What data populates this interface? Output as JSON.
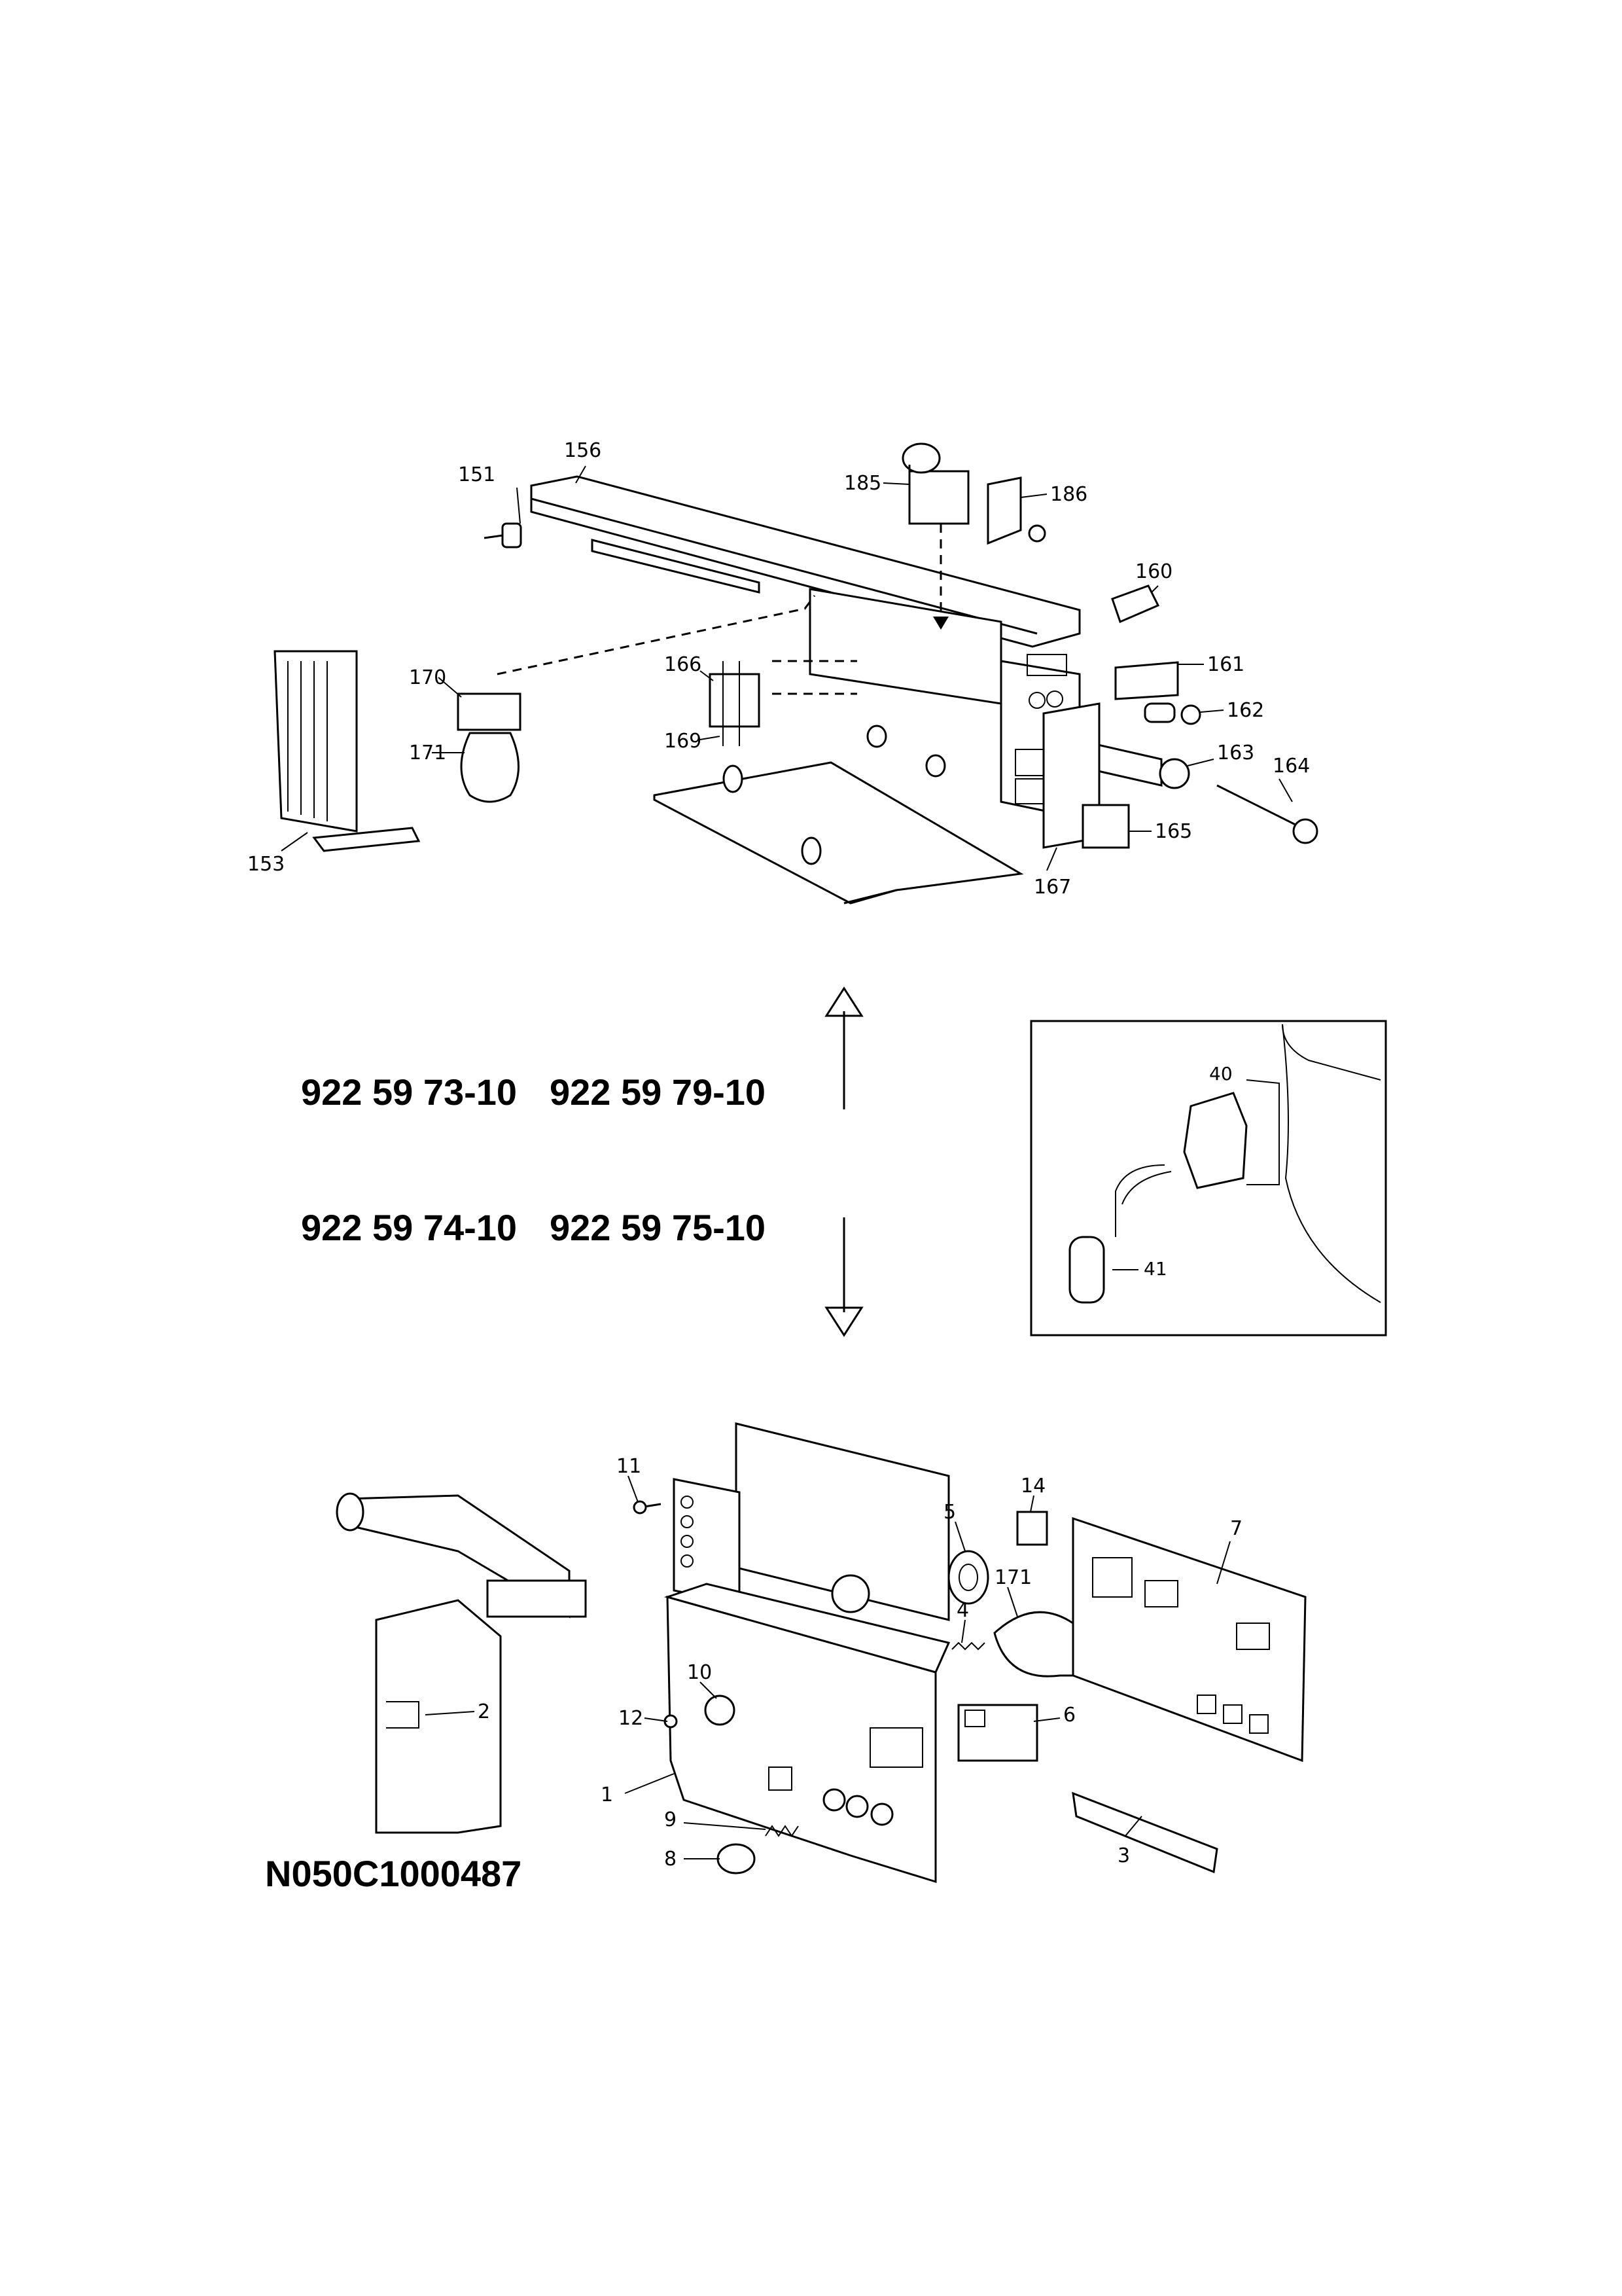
{
  "model_numbers": {
    "row1_left": "922 59 73-10",
    "row1_right": "922 59 79-10",
    "row2_left": "922 59 74-10",
    "row2_right": "922 59 75-10"
  },
  "document_code": "N050C1000487",
  "top_assembly": {
    "callouts": [
      "156",
      "151",
      "185",
      "186",
      "160",
      "170",
      "166",
      "161",
      "162",
      "169",
      "171",
      "163",
      "164",
      "165",
      "153",
      "167"
    ]
  },
  "inset": {
    "callouts": [
      "40",
      "41"
    ]
  },
  "bottom_assembly": {
    "callouts": [
      "11",
      "14",
      "5",
      "7",
      "4",
      "171",
      "10",
      "2",
      "12",
      "6",
      "1",
      "9",
      "8",
      "3"
    ]
  }
}
